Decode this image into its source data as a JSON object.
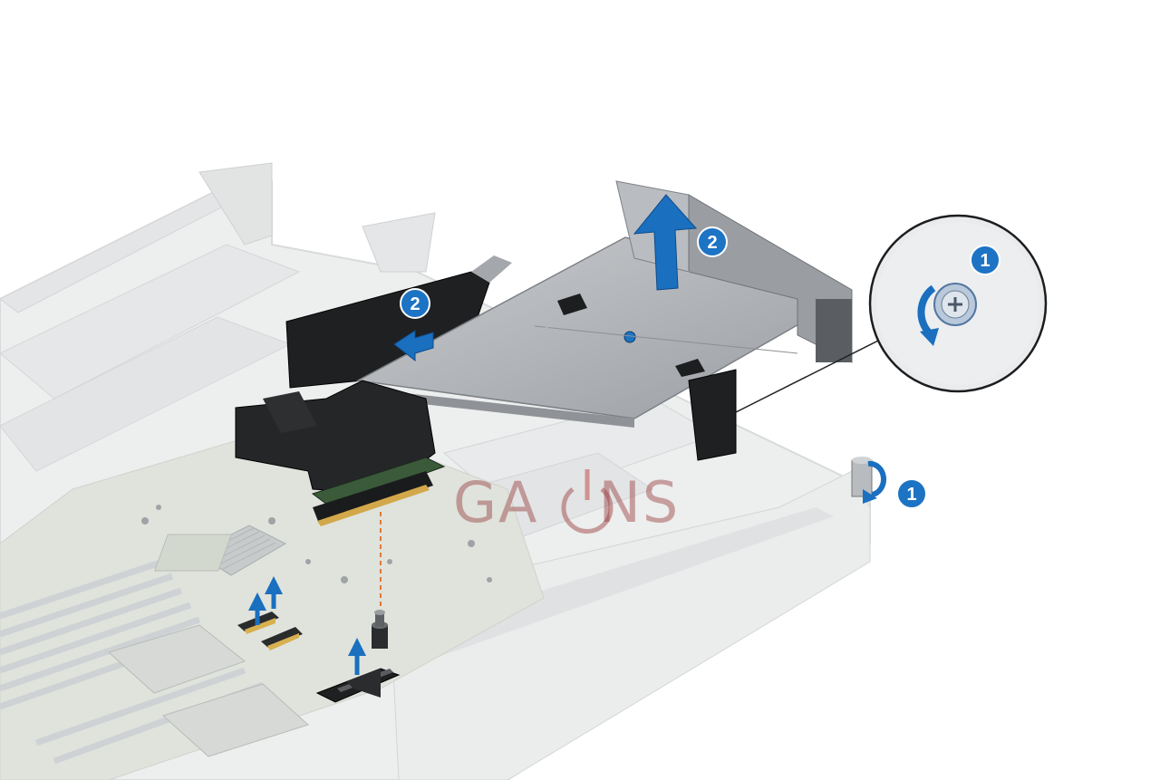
{
  "colors": {
    "chassis": "#e6e7e8",
    "chassis_edge": "#cfd1d3",
    "riser_metal": "#a9acb1",
    "riser_dark": "#1c1d1f",
    "board_green": "#c9d6c4",
    "callout_blue": "#1d73c4",
    "arrow_blue": "#1a6fbf",
    "guide_orange": "#e07a3a",
    "watermark": "#a04848"
  },
  "callouts": [
    {
      "id": "thumbscrew-rear",
      "label": "1"
    },
    {
      "id": "thumbscrew-zoom",
      "label": "1"
    },
    {
      "id": "riser-lift",
      "label": "2"
    },
    {
      "id": "riser-release",
      "label": "2"
    }
  ],
  "watermark": {
    "letters_left": "GA",
    "letters_right": "NS"
  },
  "icons": [
    "rotate-arrow-icon",
    "lift-arrow-icon",
    "slide-arrow-icon",
    "thumbscrew-icon"
  ]
}
